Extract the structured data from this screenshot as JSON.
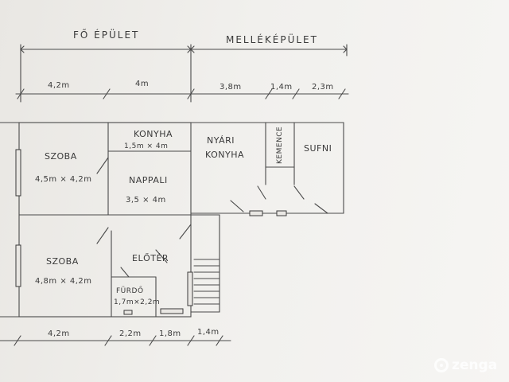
{
  "headings": {
    "main_building": "FŐ ÉPÜLET",
    "annex_building": "MELLÉKÉPÜLET"
  },
  "dimensions_top": [
    "4,2m",
    "4m",
    "3,8m",
    "1,4m",
    "2,3m"
  ],
  "dimensions_bottom": [
    "4,2m",
    "2,2m",
    "1,8m",
    "1,4m"
  ],
  "rooms": {
    "konyha": {
      "name": "KONYHA",
      "size": "1,5m × 4m"
    },
    "szoba_top": {
      "name": "SZOBA",
      "size": "4,5m × 4,2m"
    },
    "nappali": {
      "name": "NAPPALI",
      "size": "3,5 × 4m"
    },
    "nyari_konyha": {
      "name_line1": "NYÁRI",
      "name_line2": "KONYHA"
    },
    "kemence": {
      "name": "KEMENCE"
    },
    "sufni": {
      "name": "SUFNI"
    },
    "szoba_bottom": {
      "name": "SZOBA",
      "size": "4,8m × 4,2m"
    },
    "eloter": {
      "name": "ELŐTÉR"
    },
    "furdo": {
      "name": "FÜRDŐ",
      "size": "1,7m×2,2m"
    }
  },
  "watermark": {
    "brand": "zenga"
  }
}
